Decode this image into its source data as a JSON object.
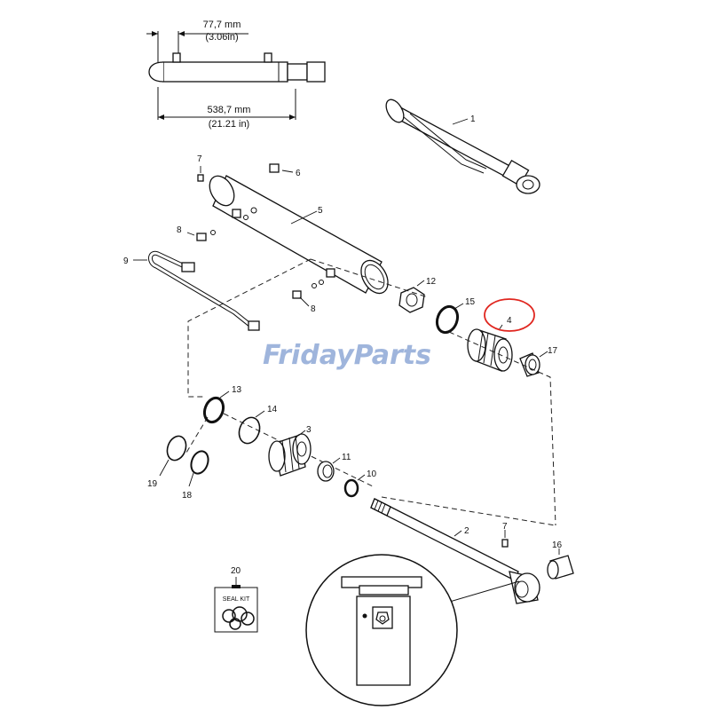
{
  "dimensions": {
    "top_metric": "77,7 mm",
    "top_imperial": "(3.06in)",
    "bottom_metric": "538,7 mm",
    "bottom_imperial": "(21.21 in)"
  },
  "callouts": {
    "c1": "1",
    "c2": "2",
    "c3": "3",
    "c4": "4",
    "c5": "5",
    "c6": "6",
    "c7a": "7",
    "c7b": "7",
    "c8a": "8",
    "c8b": "8",
    "c9": "9",
    "c10": "10",
    "c11": "11",
    "c12": "12",
    "c13": "13",
    "c14": "14",
    "c15": "15",
    "c16": "16",
    "c17": "17",
    "c18": "18",
    "c19": "19",
    "c20": "20"
  },
  "seal_kit": {
    "label": "SEAL KIT"
  },
  "watermark": {
    "part1": "Friday",
    "part2": "Parts",
    "color1": "#8fa9d6",
    "color2": "#f0a23a"
  },
  "highlight": {
    "part": "4",
    "color": "#e0261f"
  }
}
